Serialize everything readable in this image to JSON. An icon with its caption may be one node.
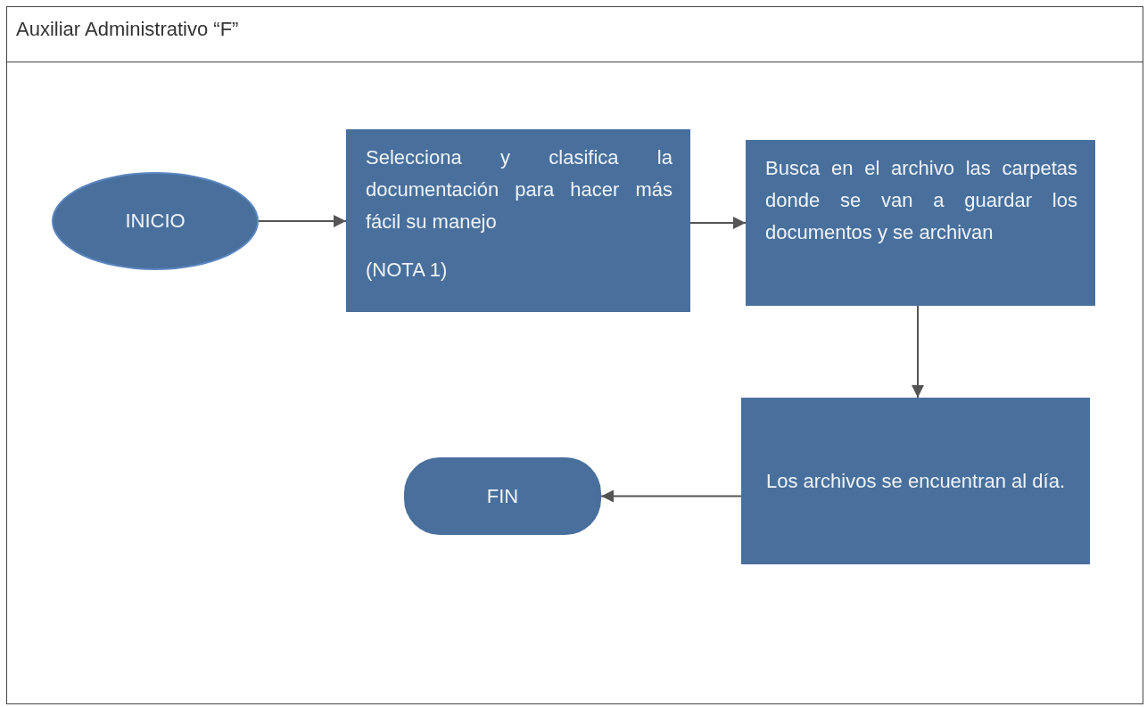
{
  "diagram": {
    "title": "Auxiliar Administrativo “F”",
    "nodes": [
      {
        "text": [
          "INICIO"
        ]
      },
      {
        "text": [
          "Selecciona y clasifica la documentación para hacer más fácil su manejo",
          "(NOTA 1)"
        ]
      },
      {
        "text": [
          "Busca en el archivo las carpetas donde se van a guardar los documentos y se archivan"
        ]
      },
      {
        "text": [
          "Los archivos se encuentran al día."
        ]
      },
      {
        "text": [
          "FIN"
        ]
      }
    ],
    "edges": [
      {
        "from": 0,
        "to": 1,
        "arrow": "to"
      },
      {
        "from": 1,
        "to": 2,
        "arrow": "to"
      },
      {
        "from": 2,
        "to": 3,
        "arrow": "to"
      },
      {
        "from": 3,
        "to": 4,
        "arrow": "to"
      }
    ]
  }
}
